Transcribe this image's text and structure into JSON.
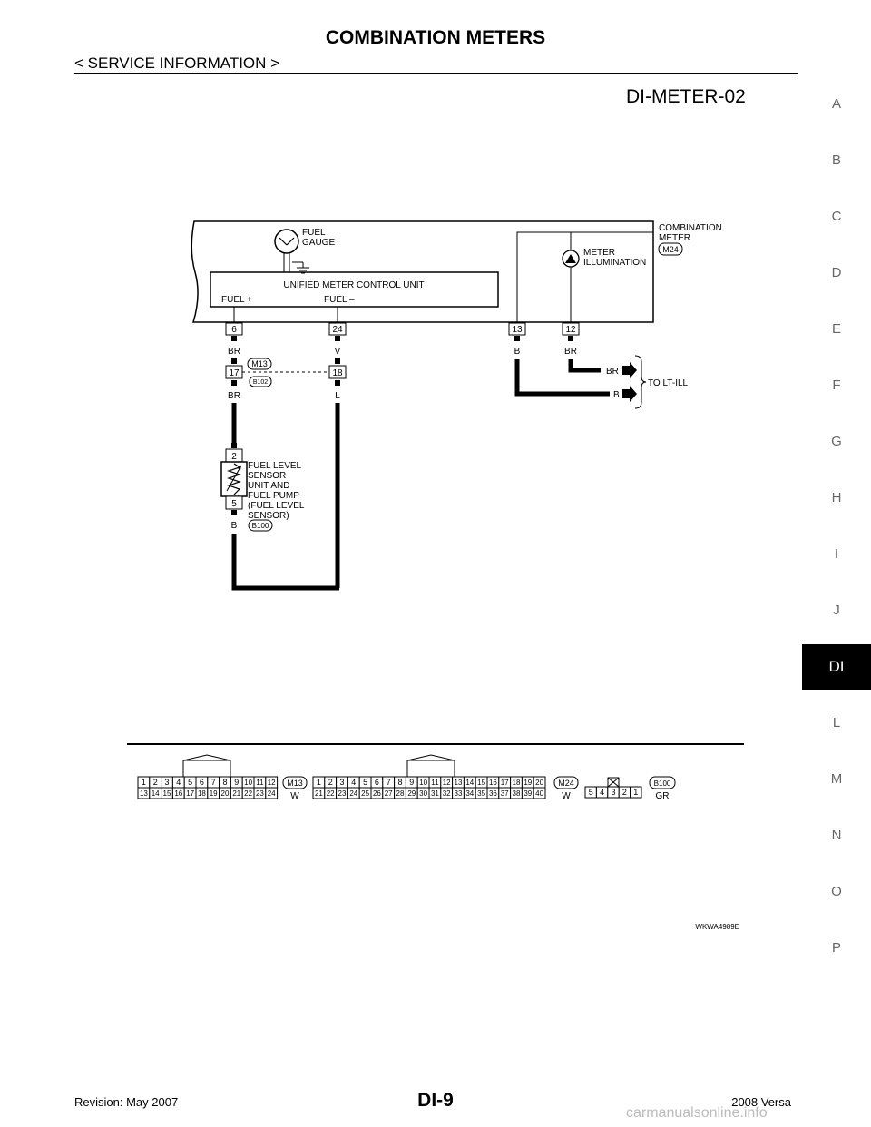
{
  "header": {
    "title": "COMBINATION METERS",
    "subtitle": "< SERVICE INFORMATION >",
    "doc_id": "DI-METER-02"
  },
  "side_tabs": [
    "A",
    "B",
    "C",
    "D",
    "E",
    "F",
    "G",
    "H",
    "I",
    "J",
    "DI",
    "L",
    "M",
    "N",
    "O",
    "P"
  ],
  "active_tab": "DI",
  "diagram": {
    "combination_meter": {
      "label1": "COMBINATION",
      "label2": "METER",
      "connector": "M24"
    },
    "fuel_gauge": {
      "line1": "FUEL",
      "line2": "GAUGE"
    },
    "meter_illumination": {
      "line1": "METER",
      "line2": "ILLUMINATION"
    },
    "control_unit": {
      "title": "UNIFIED METER CONTROL UNIT",
      "fuel_plus": "FUEL +",
      "fuel_minus": "FUEL –"
    },
    "meter_pins": [
      "6",
      "24",
      "13",
      "12"
    ],
    "wire_colors_top": [
      "BR",
      "V",
      "B",
      "BR"
    ],
    "joint": {
      "pin_left": "17",
      "pin_right": "18",
      "conn_top": "M13",
      "conn_bottom": "B102",
      "color_left": "BR",
      "color_right": "L"
    },
    "to_lt_ill": {
      "label": "TO LT-ILL",
      "wire1": "BR",
      "wire2": "B"
    },
    "sensor": {
      "pin_top": "2",
      "pin_bottom": "5",
      "lines": [
        "FUEL LEVEL",
        "SENSOR",
        "UNIT AND",
        "FUEL PUMP",
        "(FUEL LEVEL",
        "SENSOR)"
      ],
      "ground_color": "B",
      "connector": "B100"
    }
  },
  "connectors": {
    "m13": {
      "name": "M13",
      "color": "W",
      "row1": [
        "1",
        "2",
        "3",
        "4",
        "5",
        "6",
        "7",
        "8",
        "9",
        "10",
        "11",
        "12"
      ],
      "row2": [
        "13",
        "14",
        "15",
        "16",
        "17",
        "18",
        "19",
        "20",
        "21",
        "22",
        "23",
        "24"
      ]
    },
    "m24": {
      "name": "M24",
      "color": "W",
      "row1": [
        "1",
        "2",
        "3",
        "4",
        "5",
        "6",
        "7",
        "8",
        "9",
        "10",
        "11",
        "12",
        "13",
        "14",
        "15",
        "16",
        "17",
        "18",
        "19",
        "20"
      ],
      "row2": [
        "21",
        "22",
        "23",
        "24",
        "25",
        "26",
        "27",
        "28",
        "29",
        "30",
        "31",
        "32",
        "33",
        "34",
        "35",
        "36",
        "37",
        "38",
        "39",
        "40"
      ]
    },
    "b100": {
      "name": "B100",
      "color": "GR",
      "pins": [
        "5",
        "4",
        "3",
        "2",
        "1"
      ]
    }
  },
  "figure_code": "WKWA4989E",
  "footer": {
    "revision": "Revision: May 2007",
    "page": "DI-9",
    "model": "2008 Versa",
    "watermark": "carmanualsonline.info"
  }
}
